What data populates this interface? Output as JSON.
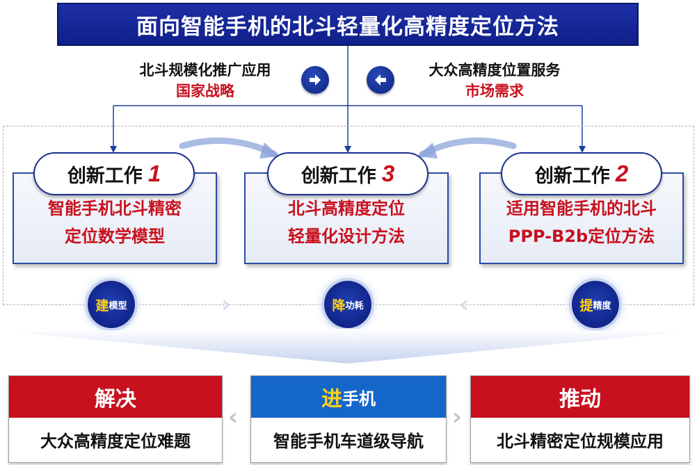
{
  "title": "面向智能手机的北斗轻量化高精度定位方法",
  "left_driver": {
    "line1": "北斗规模化推广应用",
    "line2": "国家战略"
  },
  "right_driver": {
    "line1": "大众高精度位置服务",
    "line2": "市场需求"
  },
  "innovations": [
    {
      "label": "创新工作",
      "num": "1",
      "text1": "智能手机北斗精密",
      "text2": "定位数学模型"
    },
    {
      "label": "创新工作",
      "num": "3",
      "text1": "北斗高精度定位",
      "text2": "轻量化设计方法"
    },
    {
      "label": "创新工作",
      "num": "2",
      "text1": "适用智能手机的北斗",
      "text2": "PPP-B2b定位方法"
    }
  ],
  "badges": [
    {
      "big": "建",
      "small": "模型"
    },
    {
      "big": "降",
      "small": "功耗"
    },
    {
      "big": "提",
      "small": "精度"
    }
  ],
  "outcomes": [
    {
      "head": "解决",
      "body": "大众高精度定位难题",
      "color": "#c8101e"
    },
    {
      "head_big": "进",
      "head_small": "手机",
      "body": "智能手机车道级导航",
      "color": "#1566c9"
    },
    {
      "head": "推动",
      "body": "北斗精密定位规模应用",
      "color": "#c8101e"
    }
  ],
  "icons": [
    "arrow-right-circle-icon",
    "arrow-left-circle-icon",
    "chevron-right-icon",
    "chevron-left-icon"
  ],
  "colors": {
    "navy": "#13288f",
    "red": "#c8101e",
    "blue": "#1566c9",
    "yellow": "#ffd21a"
  }
}
